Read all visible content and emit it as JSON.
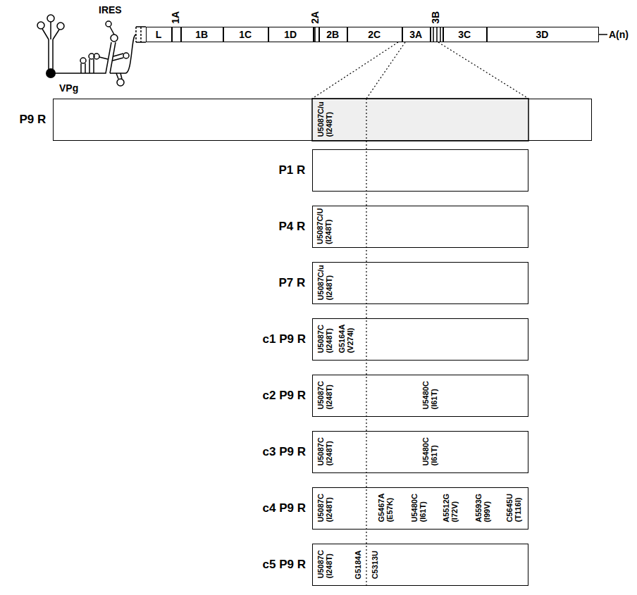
{
  "diagram": {
    "nodes": [
      {
        "text": [
          "L"
        ]
      },
      {
        "text": [
          "1A"
        ]
      },
      {
        "text": [
          "1B"
        ]
      },
      {
        "text": [
          "1C"
        ]
      },
      {
        "text": [
          "1D"
        ]
      },
      {
        "text": [
          "2A"
        ]
      },
      {
        "text": [
          "2B"
        ]
      },
      {
        "text": [
          "2C"
        ]
      },
      {
        "text": [
          "3A"
        ]
      },
      {
        "text": [
          "3B"
        ]
      },
      {
        "text": [
          "3C"
        ]
      },
      {
        "text": [
          "3D"
        ]
      },
      {
        "text": [
          "P9 R",
          "U5087C/u (I248T)"
        ]
      },
      {
        "text": [
          "P1 R"
        ]
      },
      {
        "text": [
          "P4 R",
          "U5087C/U (I248T)"
        ]
      },
      {
        "text": [
          "P7 R",
          "U5087C/u (I248T)"
        ]
      },
      {
        "text": [
          "c1 P9 R",
          "U5087C (I248T)",
          "G5164A (V274I)"
        ]
      },
      {
        "text": [
          "c2 P9 R",
          "U5087C (I248T)",
          "U5480C (I61T)"
        ]
      },
      {
        "text": [
          "c3 P9 R",
          "U5087C (I248T)",
          "U5480C (I61T)"
        ]
      },
      {
        "text": [
          "c4 P9 R",
          "U5087C (I248T)",
          "G5467A (E57K)",
          "U5480C (I61T)",
          "A5512G (I72V)",
          "A5593G (I99V)",
          "C5645U (T116I)"
        ]
      },
      {
        "text": [
          "c5 P9 R",
          "U5087C (I248T)",
          "G5184A",
          "C5313U"
        ]
      }
    ],
    "edges": [
      {
        "from": 7,
        "to": 12,
        "arrow": "none"
      },
      {
        "from": 8,
        "to": 12,
        "arrow": "none"
      },
      {
        "from": 9,
        "to": 12,
        "arrow": "none"
      }
    ],
    "labels": [
      "IRES",
      "VPg",
      "A(n)"
    ]
  }
}
